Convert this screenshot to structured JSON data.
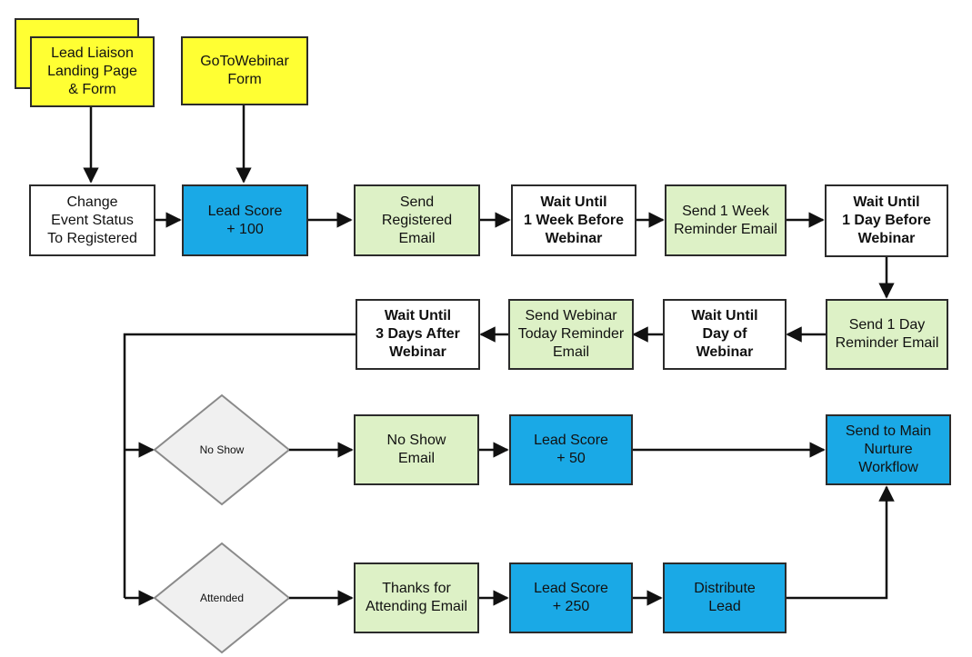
{
  "nodes": {
    "lead_liaison": "Lead Liaison\nLanding Page\n& Form",
    "gotowebinar": "GoToWebinar\nForm",
    "change_status": "Change\nEvent Status\nTo Registered",
    "lead_score_100": "Lead Score\n+ 100",
    "send_registered": "Send\nRegistered\nEmail",
    "wait_1_week": "Wait Until\n1 Week Before\nWebinar",
    "send_1_week": "Send 1 Week\nReminder Email",
    "wait_1_day": "Wait Until\n1 Day Before\nWebinar",
    "send_1_day": "Send 1 Day\nReminder Email",
    "wait_day_of": "Wait Until\nDay of\nWebinar",
    "send_today": "Send Webinar\nToday Reminder\nEmail",
    "wait_3_days": "Wait Until\n3 Days After\nWebinar",
    "no_show": "No Show",
    "no_show_email": "No Show\nEmail",
    "lead_score_50": "Lead Score\n+ 50",
    "send_main": "Send to Main\nNurture\nWorkflow",
    "attended": "Attended",
    "thanks_email": "Thanks for\nAttending Email",
    "lead_score_250": "Lead Score\n+ 250",
    "distribute": "Distribute\nLead"
  },
  "colors": {
    "yellow": "#ffff33",
    "green": "#ddf1c6",
    "blue": "#1aa9e6",
    "white": "#ffffff",
    "diamond": "#f0f0f0",
    "stroke": "#2b2b2b"
  }
}
